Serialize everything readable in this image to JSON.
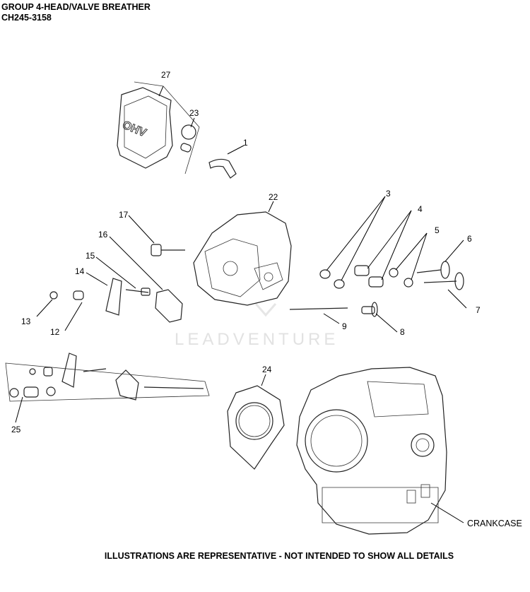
{
  "header": {
    "title": "GROUP 4-HEAD/VALVE BREATHER",
    "model": "CH245-3158"
  },
  "watermark": "LEADVENTURE",
  "callouts": [
    "27",
    "23",
    "1",
    "22",
    "3",
    "4",
    "5",
    "6",
    "7",
    "8",
    "9",
    "17",
    "16",
    "15",
    "14",
    "13",
    "12",
    "24",
    "25"
  ],
  "crankcase_label": "CRANKCASE",
  "footer": "ILLUSTRATIONS ARE REPRESENTATIVE - NOT INTENDED TO SHOW ALL DETAILS",
  "cover_lettering": "OHV"
}
